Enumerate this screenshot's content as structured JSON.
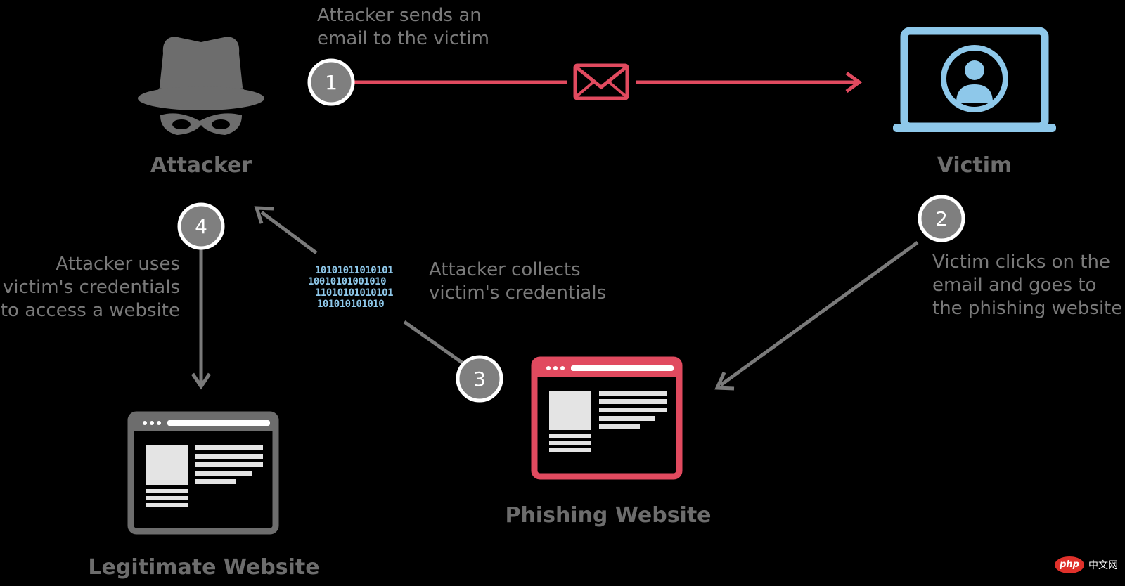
{
  "nodes": {
    "attacker": "Attacker",
    "victim": "Victim",
    "phishing_site": "Phishing Website",
    "legit_site": "Legitimate Website"
  },
  "steps": [
    {
      "number": "1",
      "text": "Attacker sends an\nemail to the victim"
    },
    {
      "number": "2",
      "text": "Victim clicks on the\nemail and goes to\nthe phishing website"
    },
    {
      "number": "3",
      "text": "Attacker collects\nvictim's credentials"
    },
    {
      "number": "4",
      "text": "Attacker uses\nvictim's credentials\nto access a website"
    }
  ],
  "binary_lines": [
    "10101011010101",
    "10010101001010",
    "11010101010101",
    "101010101010"
  ],
  "watermark": {
    "logo": "php",
    "text": "中文网"
  },
  "colors": {
    "background": "#000000",
    "attacker_gray": "#6d6d6d",
    "step_badge": "#7f7f7f",
    "phishing_red": "#e14a5f",
    "victim_blue": "#8ec8ea",
    "connector_gray": "#7a7a7a"
  }
}
